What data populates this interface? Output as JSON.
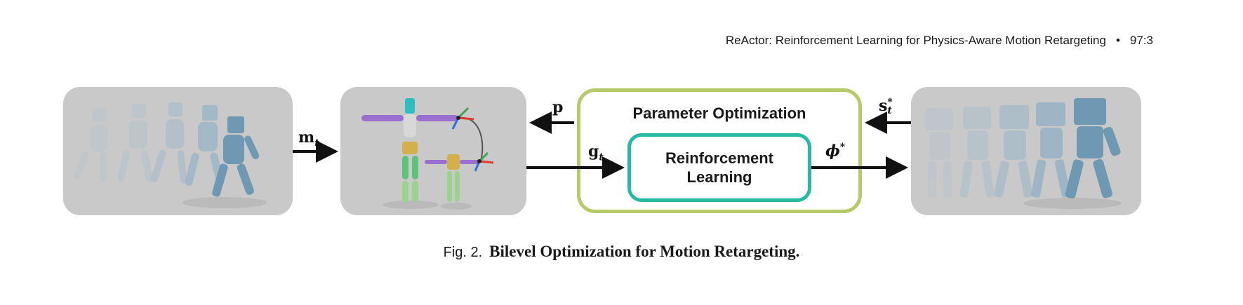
{
  "header": {
    "running_title": "ReActor: Reinforcement Learning for Physics-Aware Motion Retargeting",
    "separator": "•",
    "page_ref": "97:3"
  },
  "diagram": {
    "outer_box_label": "Parameter Optimization",
    "inner_box_label": "Reinforcement Learning",
    "edge_labels": {
      "m": {
        "base": "m",
        "sub": "t"
      },
      "p": {
        "base": "p"
      },
      "g": {
        "base": "g",
        "sub": "t"
      },
      "phi": {
        "base": "ϕ",
        "sup": "*"
      },
      "s": {
        "base": "s",
        "sup": "*",
        "sub": "t"
      }
    },
    "colors": {
      "outer_box": "#b6ca6a",
      "inner_box": "#28b9a2",
      "panel_bg": "#c9c9c9",
      "robot": "#7fa8bf"
    }
  },
  "caption": {
    "number": "Fig. 2.",
    "title": "Bilevel Optimization for Motion Retargeting."
  }
}
